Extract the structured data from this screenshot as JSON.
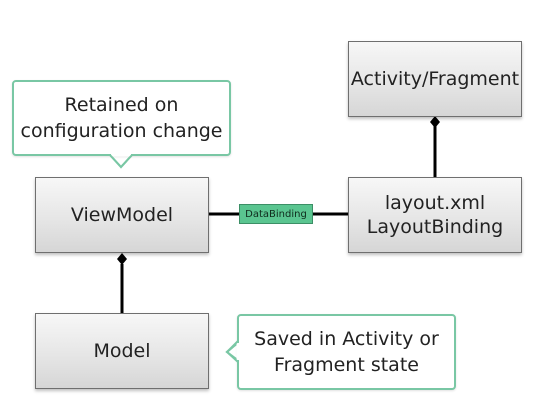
{
  "nodes": {
    "activity_fragment": "Activity/Fragment",
    "layout_xml": "layout.xml",
    "layout_binding": "LayoutBinding",
    "viewmodel": "ViewModel",
    "model": "Model"
  },
  "notes": {
    "retained_line1": "Retained on",
    "retained_line2": "configuration change",
    "saved_line1": "Saved in Activity or",
    "saved_line2": "Fragment state"
  },
  "edges": {
    "databinding_label": "DataBinding"
  },
  "colors": {
    "note_border": "#79c7a4",
    "databinding_tag": "#5ac590",
    "line": "#000000"
  }
}
